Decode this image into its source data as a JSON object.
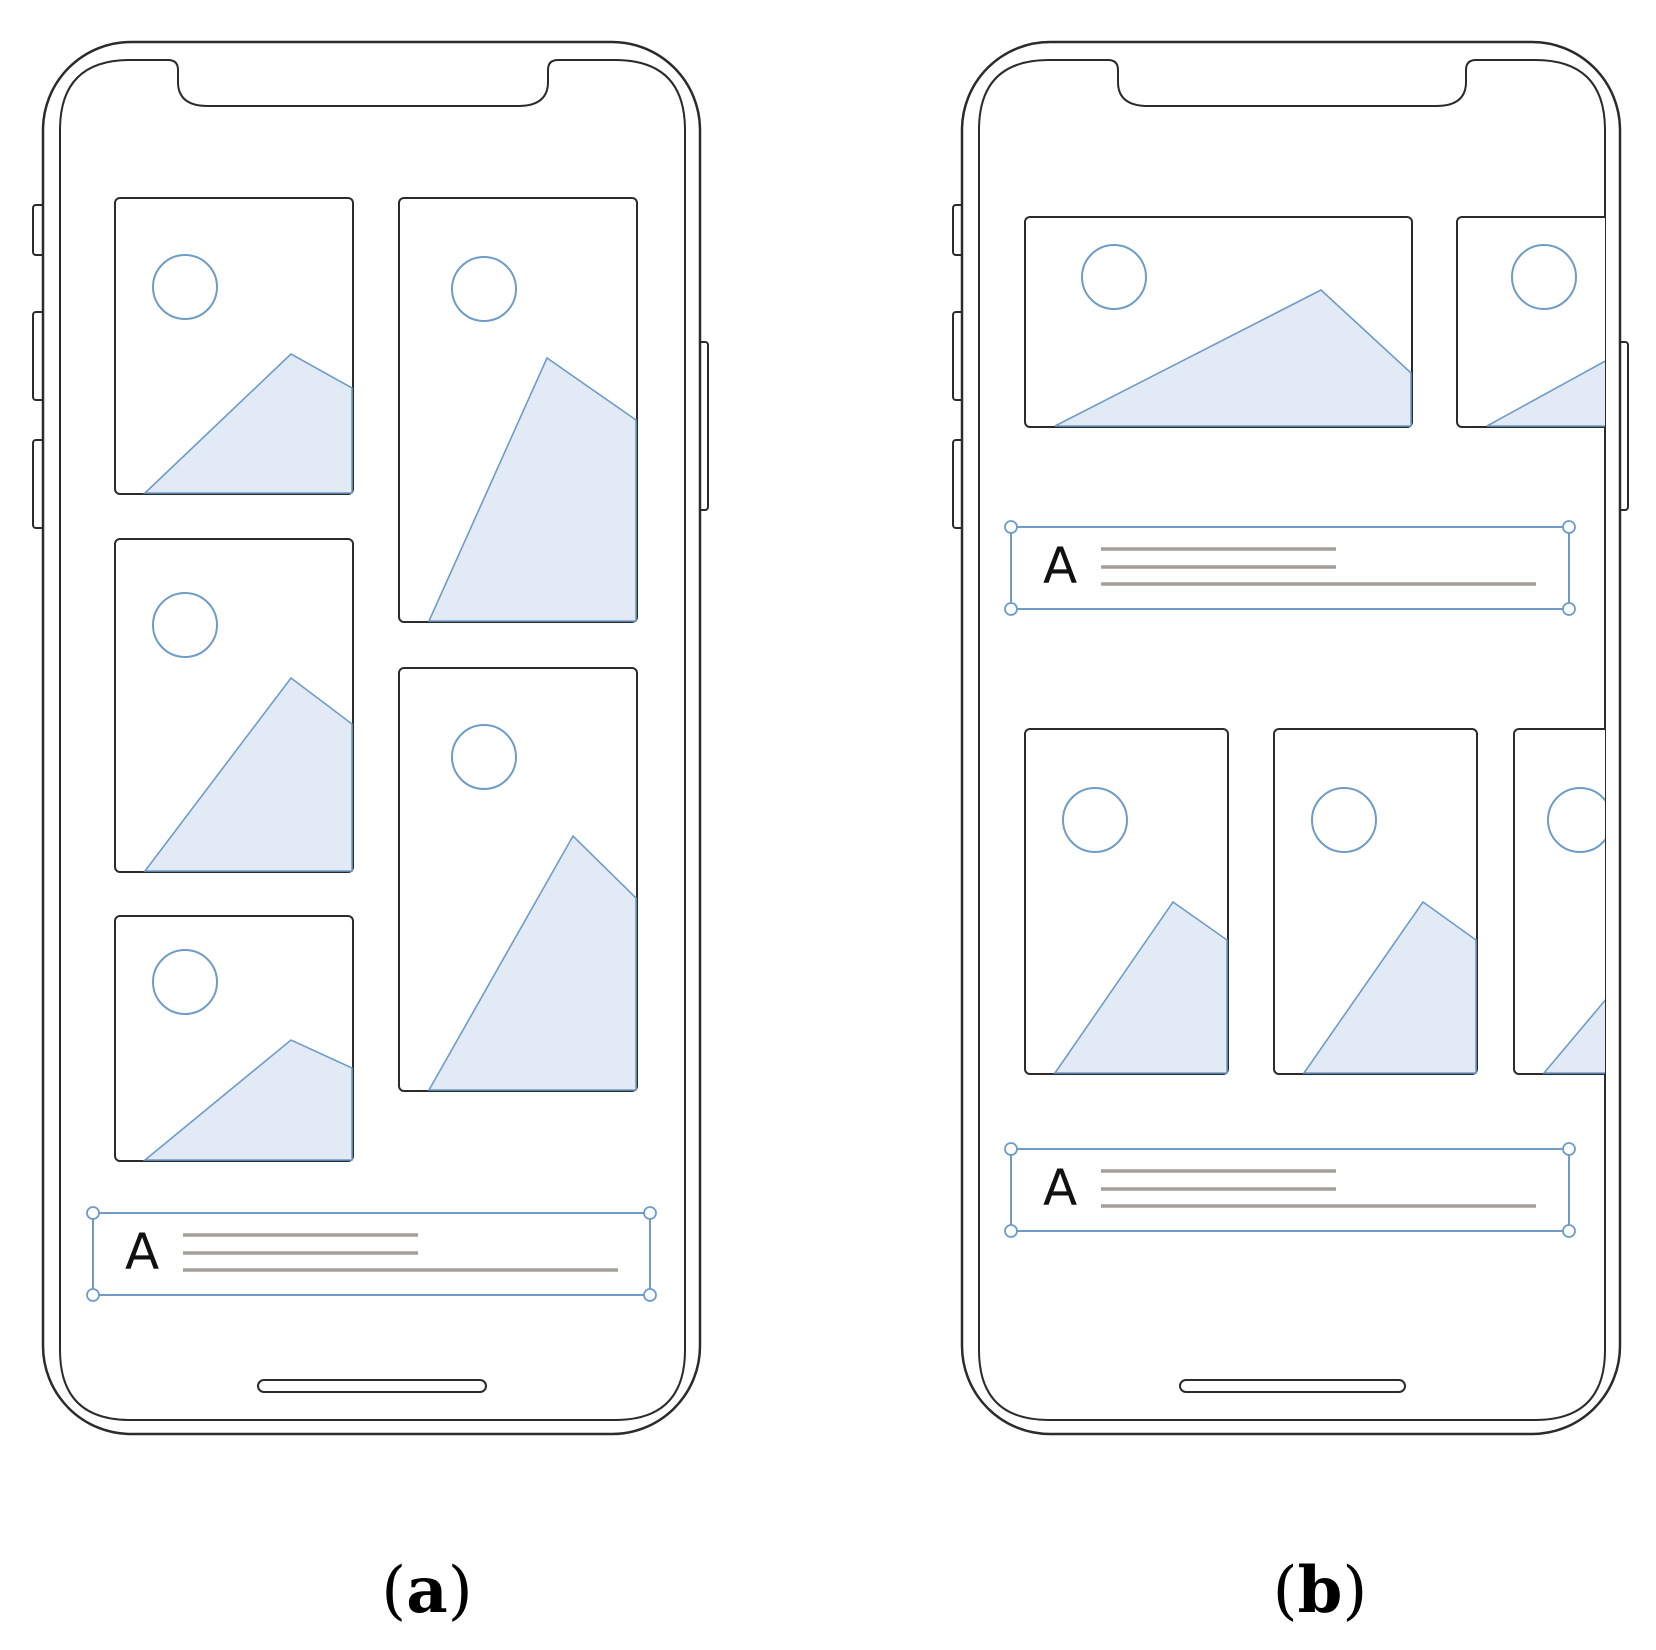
{
  "panels": [
    {
      "id": "a",
      "label": "(a)",
      "label_parts": {
        "open": "(",
        "letter": "a",
        "close": ")"
      },
      "text_blocks": [
        {
          "glyph": "A"
        }
      ]
    },
    {
      "id": "b",
      "label": "(b)",
      "label_parts": {
        "open": "(",
        "letter": "b",
        "close": ")"
      },
      "text_blocks": [
        {
          "glyph": "A"
        },
        {
          "glyph": "A"
        }
      ]
    }
  ],
  "colors": {
    "outline": "#2b2b2b",
    "accent_blue": "#6f9cc7",
    "mountain_fill": "#e2ebf5",
    "text_line_gray": "#a39e99"
  },
  "icons": [
    "image-placeholder-icon",
    "sun-icon",
    "mountain-icon",
    "text-glyph-icon"
  ]
}
